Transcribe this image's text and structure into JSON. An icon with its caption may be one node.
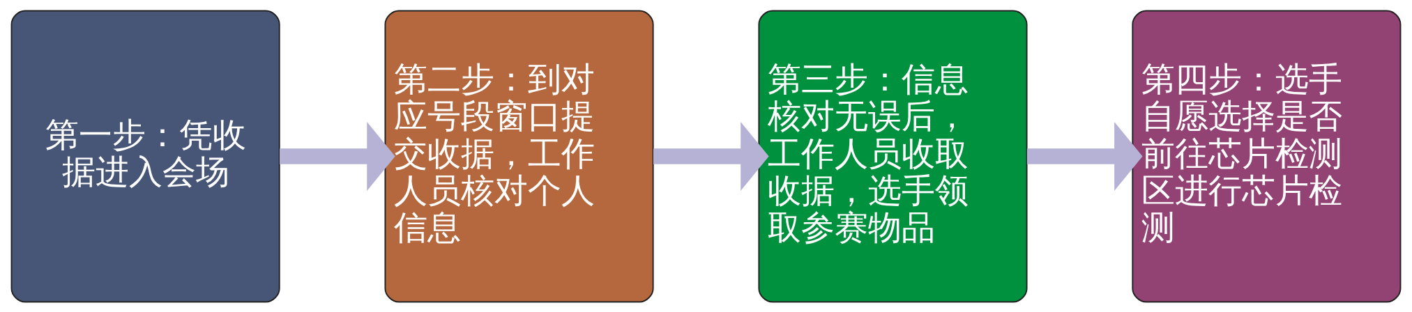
{
  "diagram": {
    "nodes": [
      {
        "text": [
          "第一步：凭收据进入会场"
        ]
      },
      {
        "text": [
          "第二步：到对应号段窗口提交收据，工作人员核对个人信息"
        ]
      },
      {
        "text": [
          "第三步：信息核对无误后，工作人员收取收据，选手领取参赛物品"
        ]
      },
      {
        "text": [
          "第四步：选手自愿选择是否前往芯片检测区进行芯片检测"
        ]
      }
    ],
    "edges": [
      {
        "from": 0,
        "to": 1,
        "arrow": "to"
      },
      {
        "from": 1,
        "to": 2,
        "arrow": "to"
      },
      {
        "from": 2,
        "to": 3,
        "arrow": "to"
      }
    ]
  }
}
